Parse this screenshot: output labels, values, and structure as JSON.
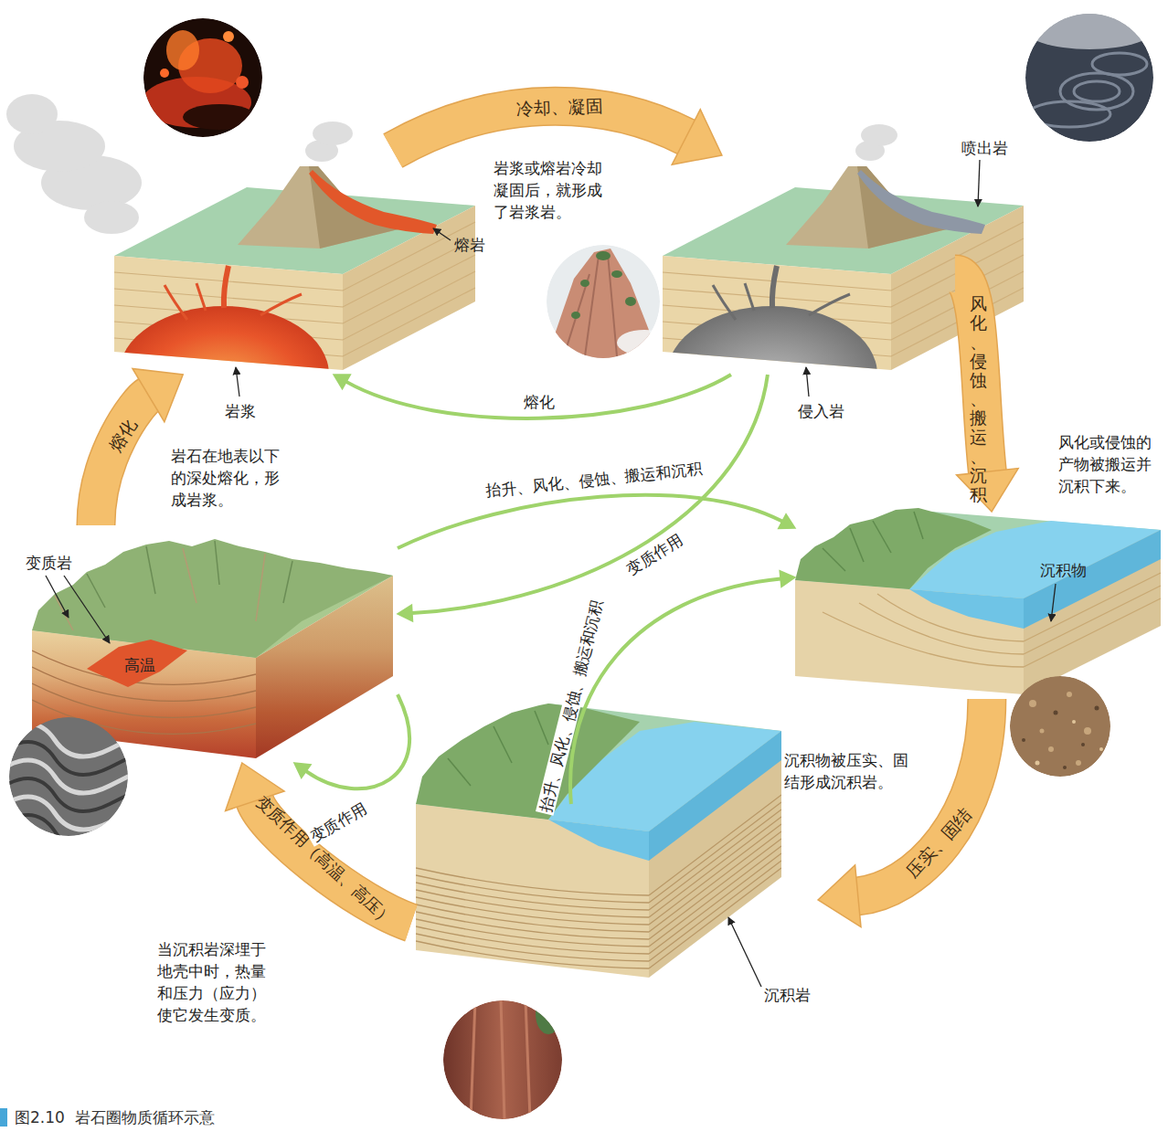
{
  "diagram": {
    "caption": "图2.10  岩石圈物质循环示意",
    "nodes": [
      {
        "text": [
          "熔岩",
          "岩浆"
        ]
      },
      {
        "text": [
          "喷出岩",
          "侵入岩"
        ]
      },
      {
        "text": [
          "沉积物"
        ]
      },
      {
        "text": [
          "沉积岩"
        ]
      },
      {
        "text": [
          "变质岩",
          "高温"
        ]
      }
    ],
    "edges": [
      {
        "from": 0,
        "to": 1,
        "arrow": "to",
        "label": "冷却、凝固"
      },
      {
        "from": 1,
        "to": 2,
        "arrow": "to",
        "label": "风化、侵蚀、搬运、沉积"
      },
      {
        "from": 2,
        "to": 3,
        "arrow": "to",
        "label": "压实、固结"
      },
      {
        "from": 3,
        "to": 4,
        "arrow": "to",
        "label": "变质作用（高温、高压）"
      },
      {
        "from": 4,
        "to": 0,
        "arrow": "to",
        "label": "熔化"
      },
      {
        "from": 1,
        "to": 0,
        "arrow": "to",
        "label": "熔化"
      },
      {
        "from": 1,
        "to": 4,
        "arrow": "to",
        "label": "变质作用"
      },
      {
        "from": 4,
        "to": 2,
        "arrow": "to",
        "label": "抬升、风化、侵蚀、搬运和沉积"
      },
      {
        "from": 3,
        "to": 2,
        "arrow": "to",
        "label": "抬升、风化、侵蚀、搬运和沉积"
      },
      {
        "from": 4,
        "to": 4,
        "arrow": "to",
        "label": "变质作用"
      }
    ],
    "labels": [
      "岩浆或熔岩冷却凝固后，就形成了岩浆岩。",
      "岩石在地表以下的深处熔化，形成岩浆。",
      "风化或侵蚀的产物被搬运并沉积下来。",
      "沉积物被压实、固结形成沉积岩。",
      "当沉积岩深埋于地壳中时，热量和压力（应力）使它发生变质。"
    ]
  }
}
